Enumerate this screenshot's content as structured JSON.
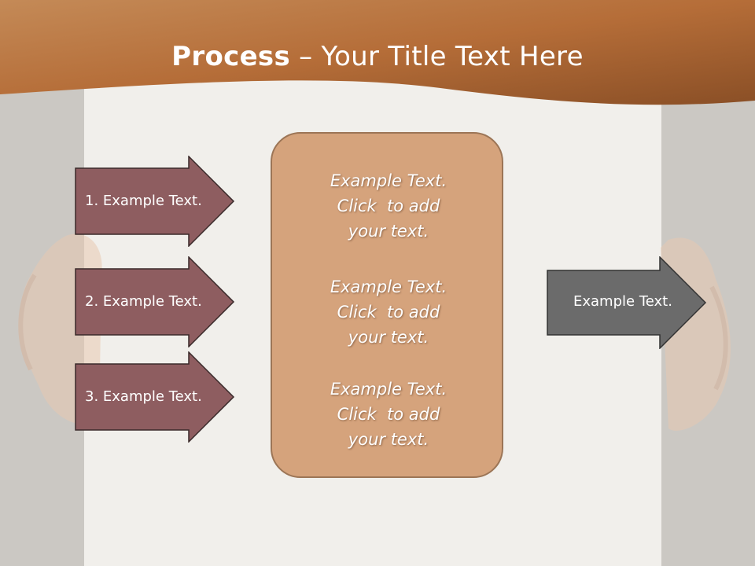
{
  "title": {
    "bold": "Process",
    "rest": " – Your Title Text Here"
  },
  "left_arrows": [
    {
      "label": "1. Example Text."
    },
    {
      "label": "2. Example Text."
    },
    {
      "label": "3. Example Text."
    }
  ],
  "center_box": {
    "blocks": [
      {
        "line1": "Example Text.",
        "line2": "Click  to add",
        "line3": "your text."
      },
      {
        "line1": "Example Text.",
        "line2": "Click  to add",
        "line3": "your text."
      },
      {
        "line1": "Example Text.",
        "line2": "Click  to add",
        "line3": "your text."
      }
    ]
  },
  "right_arrow": {
    "label": "Example Text."
  },
  "colors": {
    "banner": "#b8753f",
    "left_arrow_fill": "#8e5d60",
    "right_arrow_fill": "#6b6b6b",
    "center_fill": "#d5a37c"
  }
}
